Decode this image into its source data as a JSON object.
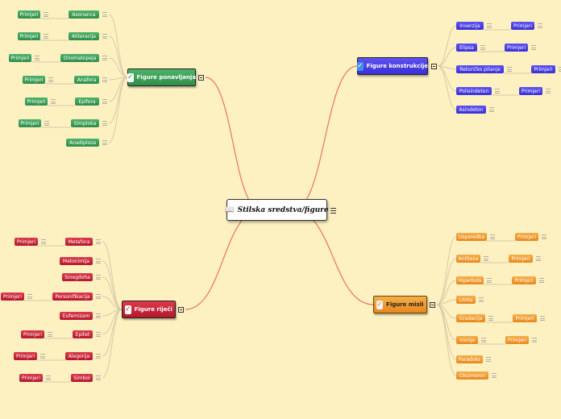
{
  "root": {
    "label": "Stilska sredstva/figure"
  },
  "branches": {
    "ponavljanja": {
      "label": "Figure ponavljanja",
      "items": [
        {
          "label": "Asonanca",
          "example": "Primjeri"
        },
        {
          "label": "Aliteracija",
          "example": "Primjeri"
        },
        {
          "label": "Onomatopeja",
          "example": "Primjeri"
        },
        {
          "label": "Anafora",
          "example": "Primjeri"
        },
        {
          "label": "Epifora",
          "example": "Primjeri"
        },
        {
          "label": "Simploka",
          "example": "Primjeri"
        },
        {
          "label": "Anadiploza"
        }
      ]
    },
    "konstrukcije": {
      "label": "Figure konstrukcije",
      "items": [
        {
          "label": "Inverzija",
          "example": "Primjeri"
        },
        {
          "label": "Elipsa",
          "example": "Primjeri"
        },
        {
          "label": "Retoričko pitanje",
          "example": "Primjeri"
        },
        {
          "label": "Polisindeton",
          "example": "Primjeri"
        },
        {
          "label": "Asindeton"
        }
      ]
    },
    "rijeci": {
      "label": "Figure riječi",
      "items": [
        {
          "label": "Metafora",
          "example": "Primjeri"
        },
        {
          "label": "Metonimija"
        },
        {
          "label": "Sinegdoha"
        },
        {
          "label": "Personifikacija",
          "example": "Primjeri"
        },
        {
          "label": "Eufemizam"
        },
        {
          "label": "Epitet",
          "example": "Primjeri"
        },
        {
          "label": "Alegorija",
          "example": "Primjeri"
        },
        {
          "label": "Simbol",
          "example": "Primjeri"
        }
      ]
    },
    "misli": {
      "label": "Figure misli",
      "items": [
        {
          "label": "Usporedba",
          "example": "Primjeri"
        },
        {
          "label": "Antiteza",
          "example": "Primjeri"
        },
        {
          "label": "Hiperbola",
          "example": "Primjeri"
        },
        {
          "label": "Litota"
        },
        {
          "label": "Gradacija",
          "example": "Primjeri"
        },
        {
          "label": "Ironija",
          "example": "Primjeri"
        },
        {
          "label": "Paradoks"
        },
        {
          "label": "Oksimoron"
        }
      ]
    }
  },
  "colors": {
    "background": "#fdf1c2",
    "ponavljanja": "#2f8d4a",
    "konstrukcije": "#3a2fd6",
    "rijeci": "#b4182c",
    "misli": "#e8881c",
    "link": "#e8745a"
  },
  "icons": {
    "check": "check-icon",
    "book": "book-icon",
    "note": "note-icon"
  }
}
